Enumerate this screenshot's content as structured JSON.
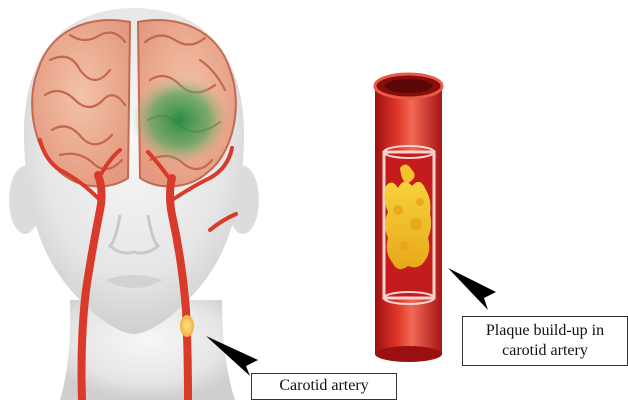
{
  "labels": {
    "carotid_artery": "Carotid artery",
    "plaque_line1": "Plaque build-up in",
    "plaque_line2": "carotid artery"
  },
  "colors": {
    "skin": "#e4e4e4",
    "brain": "#e8a58a",
    "artery": "#d93a2b",
    "stroke_area": "#2e9a4a",
    "plaque": "#f2c21b",
    "pointer": "#000000"
  }
}
